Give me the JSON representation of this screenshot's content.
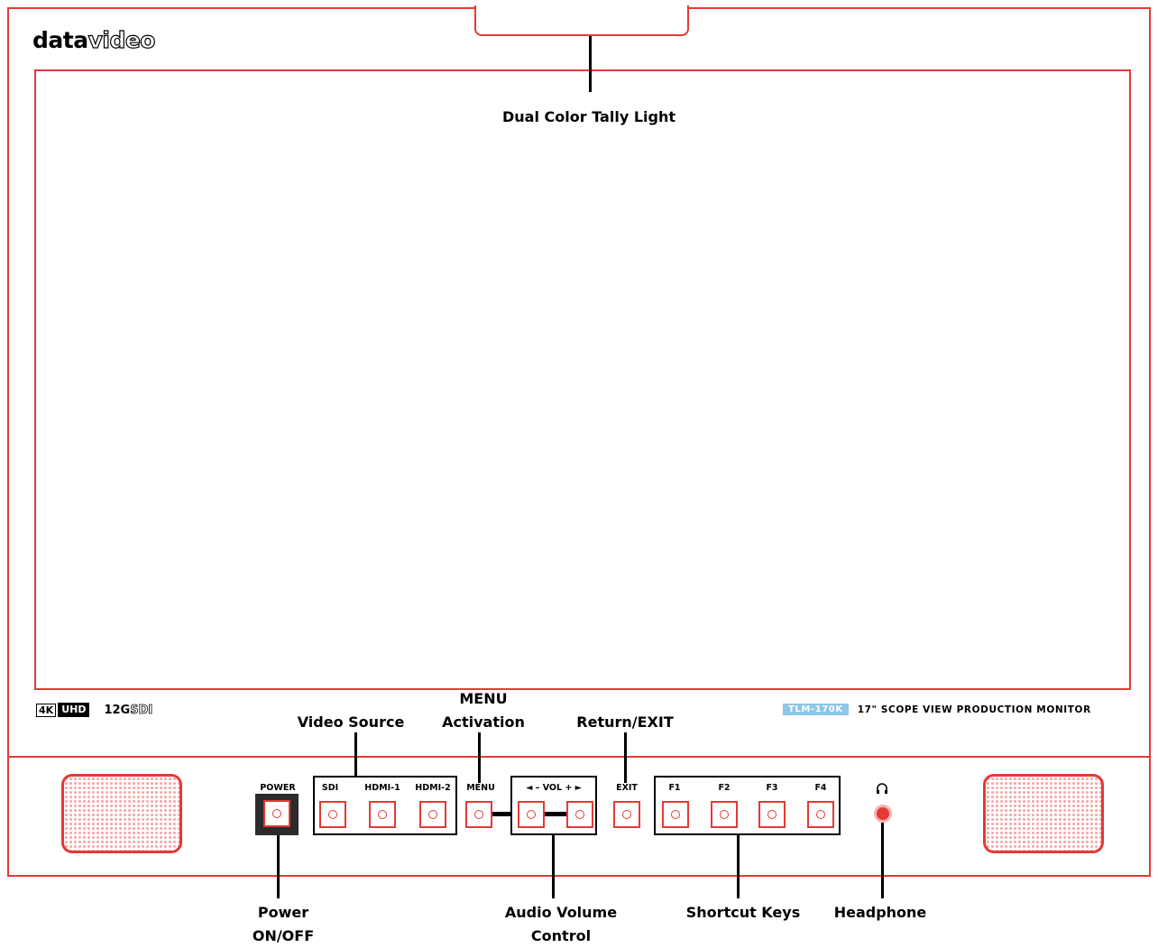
{
  "device": {
    "brand_bold": "data",
    "brand_light": "video",
    "badge_4k": "4K",
    "badge_uhd": "UHD",
    "badge_sdi_bold": "12G",
    "badge_sdi_light": "SDI",
    "model": "TLM-170K",
    "description": "17\" SCOPE VIEW PRODUCTION MONITOR"
  },
  "panel_labels": {
    "power": "POWER",
    "sdi": "SDI",
    "hdmi1": "HDMI-1",
    "hdmi2": "HDMI-2",
    "menu": "MENU",
    "vol": "◄ – VOL + ►",
    "exit": "EXIT",
    "f1": "F1",
    "f2": "F2",
    "f3": "F3",
    "f4": "F4"
  },
  "callouts": {
    "tally": "Dual Color Tally Light",
    "video_source": "Video Source",
    "menu_line1": "MENU",
    "menu_line2": "Activation",
    "return_exit": "Return/EXIT",
    "power_line1": "Power",
    "power_line2": "ON/OFF",
    "audio_line1": "Audio Volume",
    "audio_line2": "Control",
    "shortcut": "Shortcut Keys",
    "headphone": "Headphone"
  },
  "colors": {
    "outline": "#e53935",
    "model_badge": "#8ec5e8"
  }
}
